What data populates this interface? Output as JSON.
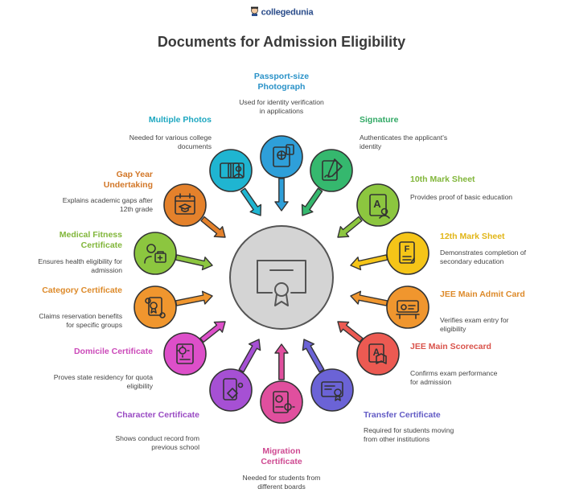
{
  "brand": "collegedunia",
  "title": "Documents for Admission Eligibility",
  "center_icon": "certificate-icon",
  "items": [
    {
      "key": "passport",
      "label": "Passport-size Photograph",
      "desc": "Used for identity verification in applications",
      "color": "#2e9fd9",
      "icon": "passport-icon"
    },
    {
      "key": "signature",
      "label": "Signature",
      "desc": "Authenticates the applicant's identity",
      "color": "#35b86e",
      "icon": "signature-icon"
    },
    {
      "key": "tenth",
      "label": "10th Mark Sheet",
      "desc": "Provides proof of basic education",
      "color": "#8cc63f",
      "icon": "marksheet-a-icon"
    },
    {
      "key": "twelfth",
      "label": "12th Mark Sheet",
      "desc": "Demonstrates completion of secondary education",
      "color": "#f5c518",
      "icon": "document-f-icon"
    },
    {
      "key": "jee_admit",
      "label": "JEE Main Admit Card",
      "desc": "Verifies exam entry for eligibility",
      "color": "#f0962e",
      "icon": "admit-card-icon"
    },
    {
      "key": "jee_score",
      "label": "JEE Main Scorecard",
      "desc": "Confirms exam performance for admission",
      "color": "#ec5a52",
      "icon": "scorecard-icon"
    },
    {
      "key": "transfer",
      "label": "Transfer Certificate",
      "desc": "Required for students moving from other institutions",
      "color": "#6b63d6",
      "icon": "transfer-certificate-icon"
    },
    {
      "key": "migration",
      "label": "Migration Certificate",
      "desc": "Needed for students from different boards",
      "color": "#e04f9e",
      "icon": "migration-certificate-icon"
    },
    {
      "key": "character",
      "label": "Character Certificate",
      "desc": "Shows conduct record from previous school",
      "color": "#a650d4",
      "icon": "character-certificate-icon"
    },
    {
      "key": "domicile",
      "label": "Domicile Certificate",
      "desc": "Proves state residency for quota eligibility",
      "color": "#dd4fc9",
      "icon": "domicile-certificate-icon"
    },
    {
      "key": "category",
      "label": "Category Certificate",
      "desc": "Claims reservation benefits for specific groups",
      "color": "#f0962e",
      "icon": "scroll-icon"
    },
    {
      "key": "medical",
      "label": "Medical Fitness Certificate",
      "desc": "Ensures health eligibility for admission",
      "color": "#8cc63f",
      "icon": "medical-kit-icon"
    },
    {
      "key": "gap",
      "label": "Gap Year Undertaking",
      "desc": "Explains academic gaps after 12th grade",
      "color": "#e4812b",
      "icon": "calendar-graduation-icon"
    },
    {
      "key": "photos",
      "label": "Multiple Photos",
      "desc": "Needed for various college documents",
      "color": "#1fb5d1",
      "icon": "multiple-photos-icon"
    }
  ]
}
